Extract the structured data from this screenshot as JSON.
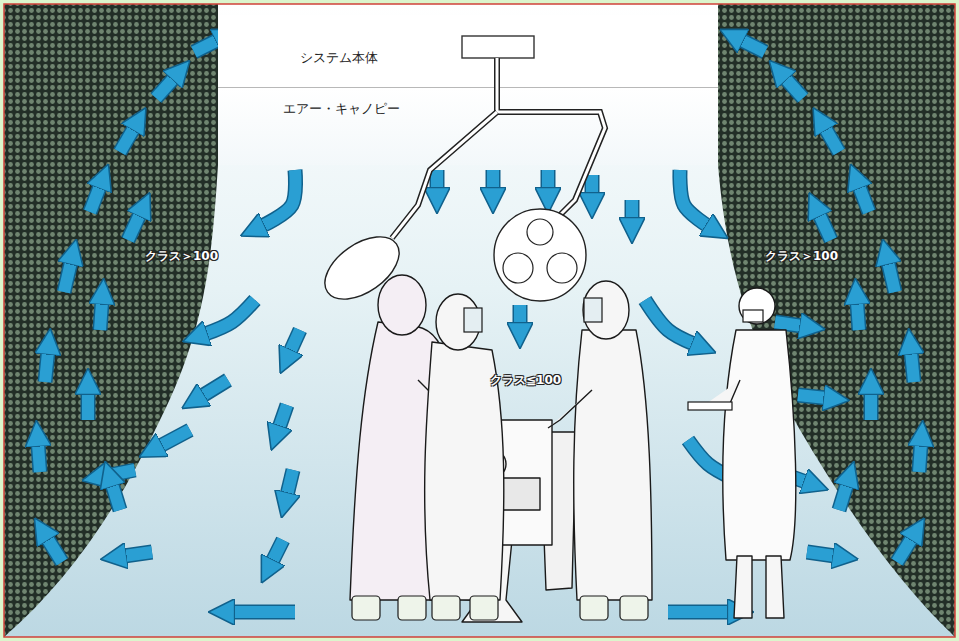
{
  "diagram": {
    "nodes": [
      {
        "text": [
          "システム本体"
        ]
      },
      {
        "text": [
          "エアー・キャノピー"
        ]
      }
    ],
    "labels": [
      "クラス＞100",
      "クラス＞100",
      "クラス≦100"
    ]
  }
}
